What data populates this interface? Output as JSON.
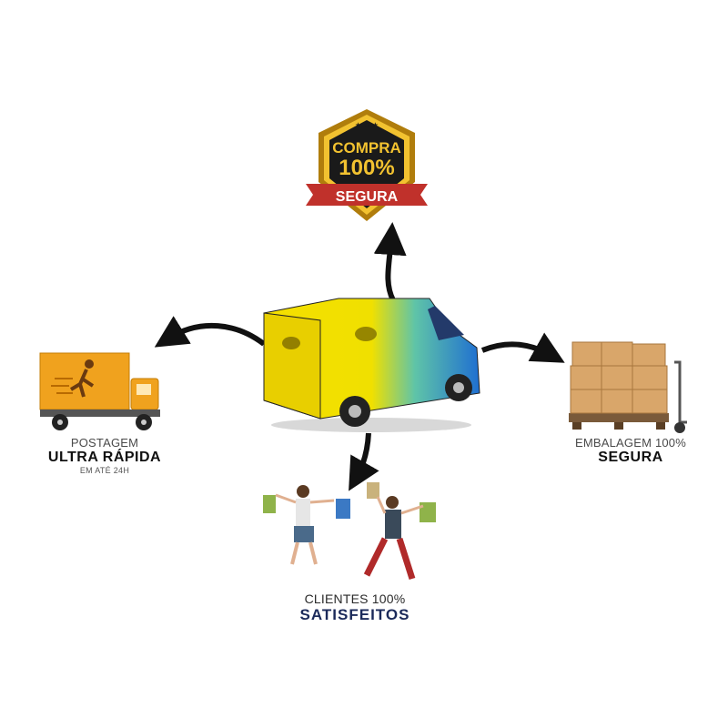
{
  "badge": {
    "line1": "COMPRA",
    "line2": "100%",
    "line3": "SEGURA",
    "gold": "#e9b21a",
    "red": "#c0312b"
  },
  "postagem": {
    "small": "POSTAGEM",
    "big": "ULTRA RÁPIDA",
    "tiny": "EM ATÉ 24H"
  },
  "embalagem": {
    "small": "EMBALAGEM 100%",
    "big": "SEGURA"
  },
  "clientes": {
    "small": "CLIENTES 100%",
    "big": "SATISFEITOS"
  },
  "icons": [
    "van-icon",
    "truck-icon",
    "pallet-boxes-icon",
    "shoppers-icon",
    "badge-icon",
    "arrow-icon"
  ],
  "colors": {
    "truck": "#f0a21e",
    "van_yellow": "#f5e000",
    "van_blue": "#1f6fd1",
    "box": "#d9a66a"
  }
}
